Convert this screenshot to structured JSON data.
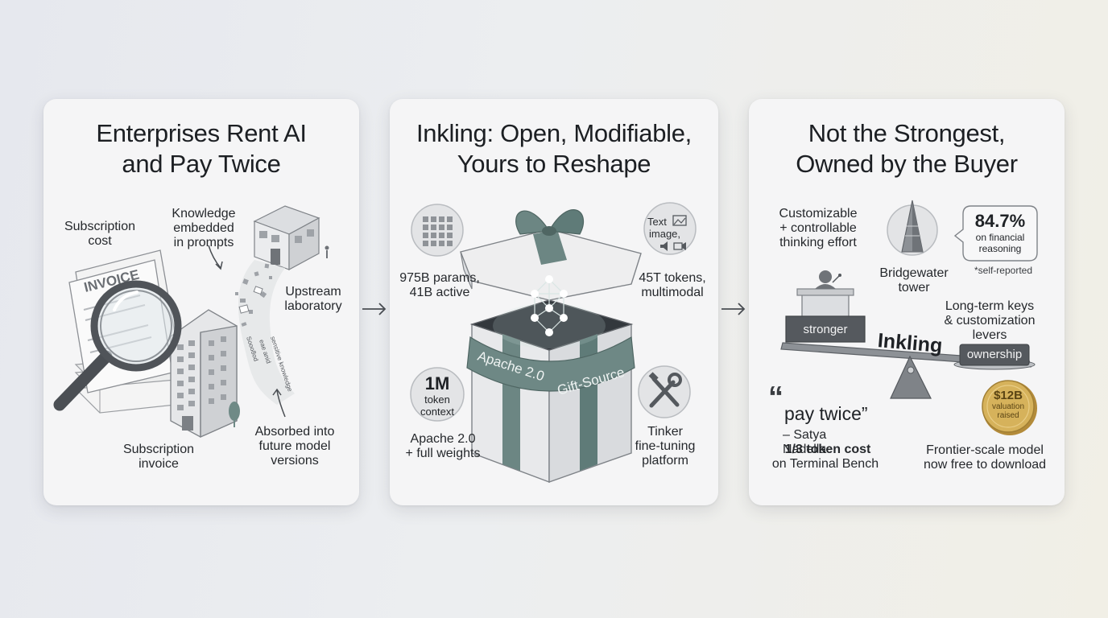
{
  "panel1": {
    "title": [
      "Enterprises Rent AI",
      "and Pay Twice"
    ],
    "subscription_cost": [
      "Subscription",
      "cost"
    ],
    "knowledge": [
      "Knowledge",
      "embedded",
      "in prompts"
    ],
    "upstream": [
      "Upstream",
      "laboratory"
    ],
    "subscription_invoice": [
      "Subscription",
      "invoice"
    ],
    "absorbed": [
      "Absorbed into",
      "future model",
      "versions"
    ],
    "invoice_word": "INVOICE",
    "scroll_text": [
      "Sooo8od",
      "eae anid",
      "sensitive knowledge"
    ]
  },
  "panel2": {
    "title": [
      "Inkling: Open, Modifiable,",
      "Yours to Reshape"
    ],
    "params": [
      "975B params,",
      "41B active"
    ],
    "tokens": [
      "45T tokens,",
      "multimodal"
    ],
    "modality_text": "Text",
    "modality_image": "image,",
    "context_big": "1M",
    "context_small": [
      "token",
      "context"
    ],
    "apache": [
      "Apache 2.0",
      "+ full weights"
    ],
    "tinker": [
      "Tinker",
      "fine-tuning",
      "platform"
    ],
    "ribbon_left": "Apache 2.0",
    "ribbon_right": "Gift-Source"
  },
  "panel3": {
    "title": [
      "Not the Strongest,",
      "Owned by the Buyer"
    ],
    "customizable": [
      "Customizable",
      "+ controllable",
      "thinking effort"
    ],
    "bridgewater": [
      "Bridgewater",
      "tower"
    ],
    "stat_value": "84.7%",
    "stat_desc": [
      "on financial",
      "reasoning"
    ],
    "self_reported": "*self-reported",
    "long_term": [
      "Long-term keys",
      "& customization",
      "levers"
    ],
    "stronger": "stronger",
    "inkling": "Inkling",
    "ownership": "ownership",
    "quote_mark": "“",
    "quote": "pay twice”",
    "attribution": "– Satya Nadella",
    "token_cost": "1/3 token cost",
    "terminal": "on Terminal Bench",
    "coin_value": "$12B",
    "coin_desc": [
      "valuation",
      "raised"
    ],
    "frontier": [
      "Frontier-scale model",
      "now free to download"
    ]
  },
  "colors": {
    "accent_teal": "#5f7b78",
    "dark_gray": "#5d6166",
    "gold": "#c9a24a"
  }
}
